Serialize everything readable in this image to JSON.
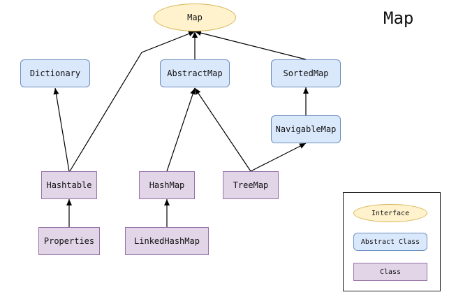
{
  "title": "Map",
  "nodes": {
    "map": "Map",
    "dictionary": "Dictionary",
    "abstractmap": "AbstractMap",
    "sortedmap": "SortedMap",
    "navigablemap": "NavigableMap",
    "hashtable": "Hashtable",
    "hashmap": "HashMap",
    "treemap": "TreeMap",
    "properties": "Properties",
    "linkedhashmap": "LinkedHashMap"
  },
  "legend": {
    "interface": "Interface",
    "abstract_class": "Abstract Class",
    "class": "Class"
  },
  "colors": {
    "interface_fill": "#fff2cc",
    "interface_border": "#d6b656",
    "abstract_fill": "#dae8fc",
    "abstract_border": "#6c8ebf",
    "class_fill": "#e1d5e7",
    "class_border": "#9673a6"
  },
  "edges": [
    {
      "from": "dictionary",
      "to": "hashtable"
    },
    {
      "from": "hashtable",
      "to": "map"
    },
    {
      "from": "abstractmap",
      "to": "map"
    },
    {
      "from": "sortedmap",
      "to": "map"
    },
    {
      "from": "navigablemap",
      "to": "sortedmap"
    },
    {
      "from": "hashmap",
      "to": "abstractmap"
    },
    {
      "from": "treemap",
      "to": "abstractmap"
    },
    {
      "from": "treemap",
      "to": "navigablemap"
    },
    {
      "from": "properties",
      "to": "hashtable"
    },
    {
      "from": "linkedhashmap",
      "to": "hashmap"
    }
  ]
}
